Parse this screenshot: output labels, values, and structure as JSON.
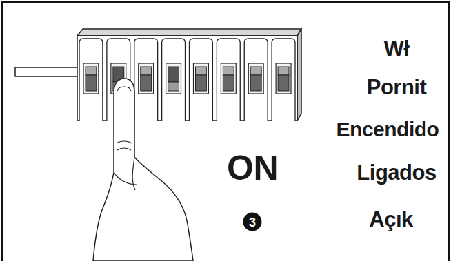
{
  "diagram": {
    "labels": [
      "Wł",
      "Pornit",
      "Encendido",
      "ON",
      "Ligados",
      "3",
      "Açık"
    ]
  }
}
